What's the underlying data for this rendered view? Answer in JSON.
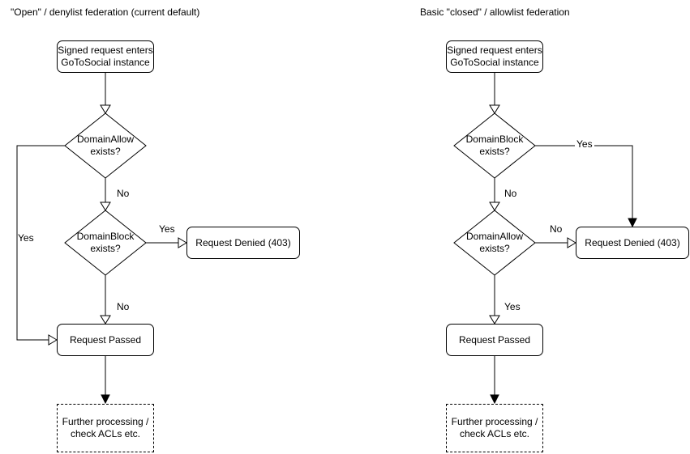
{
  "colors": {
    "stroke": "#000000",
    "fill": "#ffffff",
    "text": "#000000",
    "background": "#ffffff"
  },
  "charts": [
    {
      "title": "\"Open\" / denylist federation (current default)",
      "start": "Signed request enters\nGoToSocial instance",
      "decision1": "DomainAllow\nexists?",
      "decision2": "DomainBlock\nexists?",
      "denied": "Request Denied (403)",
      "passed": "Request Passed",
      "further": "Further processing /\ncheck ACLs etc.",
      "labels": {
        "decision1_yes": "Yes",
        "decision1_no": "No",
        "decision2_yes": "Yes",
        "decision2_no": "No"
      }
    },
    {
      "title": "Basic \"closed\" / allowlist federation",
      "start": "Signed request enters\nGoToSocial instance",
      "decision1": "DomainBlock\nexists?",
      "decision2": "DomainAllow\nexists?",
      "denied": "Request Denied (403)",
      "passed": "Request Passed",
      "further": "Further processing /\ncheck ACLs etc.",
      "labels": {
        "decision1_yes": "Yes",
        "decision1_no": "No",
        "decision2_no": "No",
        "decision2_yes": "Yes"
      }
    }
  ]
}
